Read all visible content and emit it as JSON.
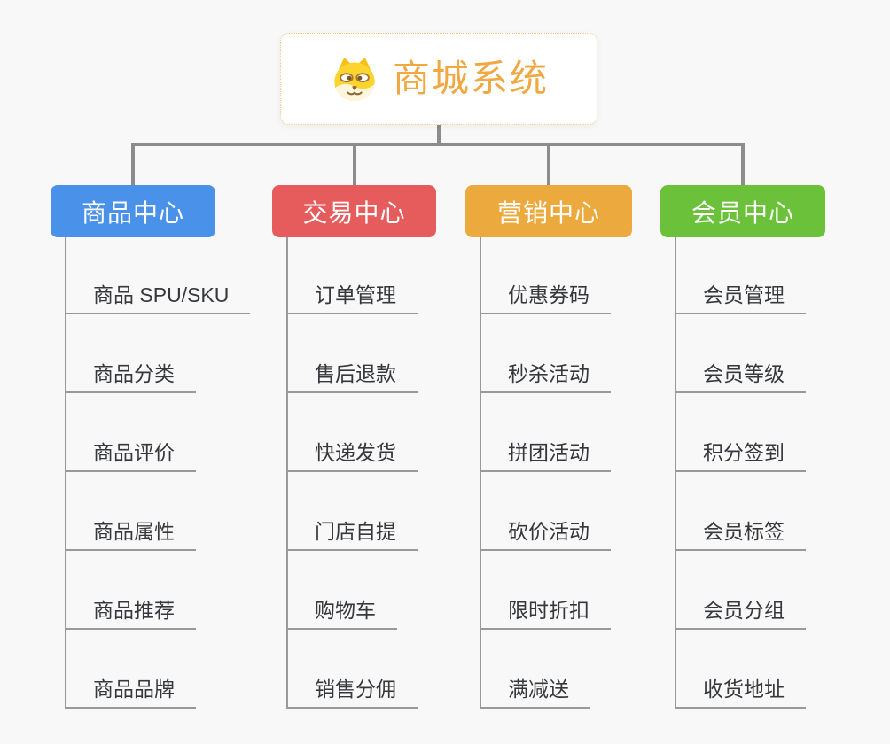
{
  "root": {
    "label": "商城系统",
    "icon": "dog-face-icon",
    "text_color": "#f0a843",
    "border_color": "#f3c87e"
  },
  "branches": [
    {
      "label": "商品中心",
      "color": "#4a91e9",
      "children": [
        "商品 SPU/SKU",
        "商品分类",
        "商品评价",
        "商品属性",
        "商品推荐",
        "商品品牌"
      ]
    },
    {
      "label": "交易中心",
      "color": "#e65c5c",
      "children": [
        "订单管理",
        "售后退款",
        "快递发货",
        "门店自提",
        "购物车",
        "销售分佣"
      ]
    },
    {
      "label": "营销中心",
      "color": "#ecaa3e",
      "children": [
        "优惠券码",
        "秒杀活动",
        "拼团活动",
        "砍价活动",
        "限时折扣",
        "满减送"
      ]
    },
    {
      "label": "会员中心",
      "color": "#6bc139",
      "children": [
        "会员管理",
        "会员等级",
        "积分签到",
        "会员标签",
        "会员分组",
        "收货地址"
      ]
    }
  ],
  "colors": {
    "background": "#f8f8f8",
    "connector": "#8c8c8c",
    "child_line": "#98999b",
    "child_text": "#36383c"
  }
}
